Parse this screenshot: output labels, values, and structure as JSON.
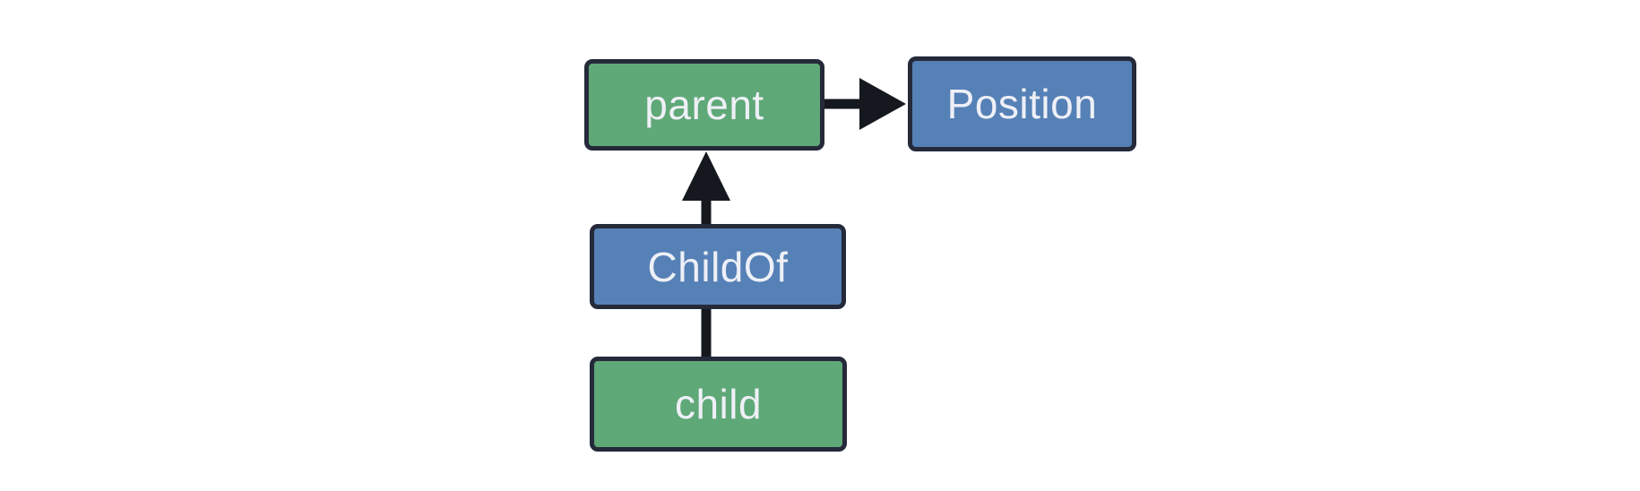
{
  "colors": {
    "bg": "#ffffff",
    "green": "#5fa877",
    "blue": "#5681b6",
    "border": "#252a3a",
    "arrow": "#16181f",
    "text": "#eef0f7"
  },
  "nodes": {
    "parent": {
      "label": "parent"
    },
    "position": {
      "label": "Position"
    },
    "childof": {
      "label": "ChildOf"
    },
    "child": {
      "label": "child"
    }
  },
  "edges": [
    {
      "from": "parent",
      "to": "Position",
      "style": "arrow"
    },
    {
      "from": "ChildOf",
      "to": "parent",
      "style": "arrow"
    },
    {
      "from": "child",
      "to": "ChildOf",
      "style": "line"
    }
  ]
}
